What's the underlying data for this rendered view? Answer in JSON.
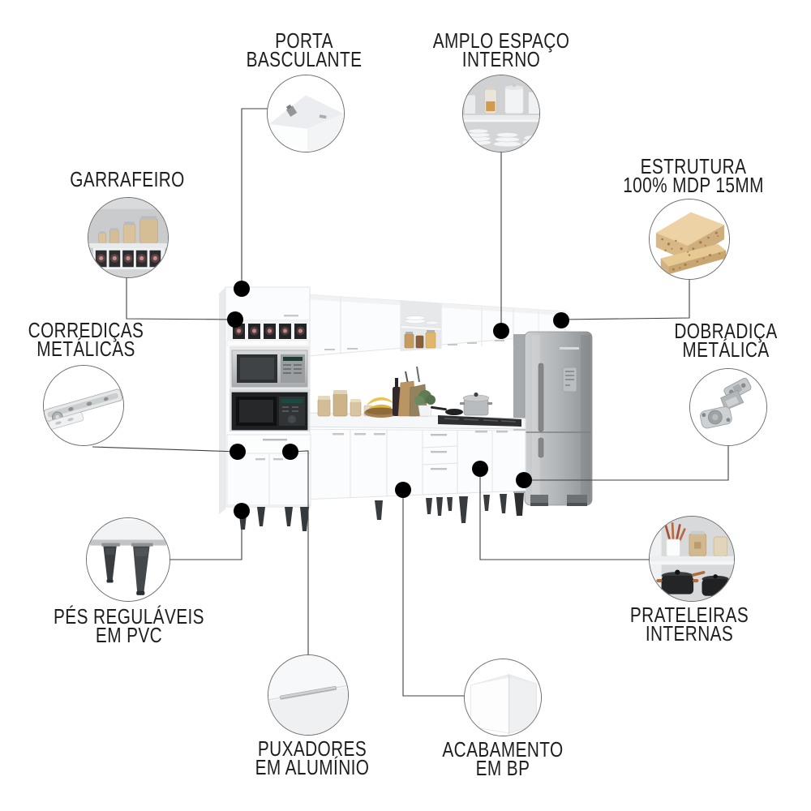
{
  "diagram_title": "",
  "callouts": {
    "porta_basculante": {
      "label": "PORTA\nBASCULANTE",
      "photo": "flip-up door top hinge detail"
    },
    "amplo_espaco": {
      "label": "AMPLO ESPAÇO\nINTERNO",
      "photo": "cabinet interior with jars and plates"
    },
    "garrafeiro": {
      "label": "GARRAFEIRO",
      "photo": "bottle rack with canisters and wine bottles"
    },
    "estrutura": {
      "label": "ESTRUTURA\n100% MDP 15MM",
      "photo": "MDP particle board cross-section"
    },
    "corredicas": {
      "label": "CORREDIÇAS\nMETÁLICAS",
      "photo": "metal drawer slide rail"
    },
    "dobradica": {
      "label": "DOBRADIÇA\nMETÁLICA",
      "photo": "metal cup hinge"
    },
    "pes": {
      "label": "PÉS REGULÁVEIS\nEM PVC",
      "photo": "adjustable PVC feet"
    },
    "prateleiras": {
      "label": "PRATELEIRAS\nINTERNAS",
      "photo": "internal shelf with pots and utensils"
    },
    "puxadores": {
      "label": "PUXADORES\nEM ALUMÍNIO",
      "photo": "aluminium handle on drawer front"
    },
    "acabamento": {
      "label": "ACABAMENTO\nEM BP",
      "photo": "BP finish white cabinet corner"
    }
  },
  "colors": {
    "label_text": "#1e1e1e",
    "connector_line": "#3f3f3f",
    "marker_dot": "#000000",
    "cabinet_white": "#fbfcfd",
    "steel": "#a9adb0",
    "mdp_wood": "#d9b987"
  }
}
